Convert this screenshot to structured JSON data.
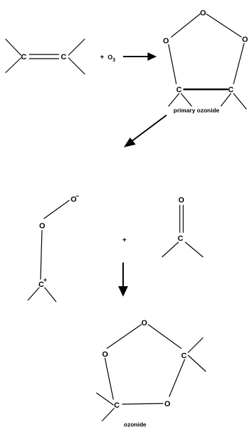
{
  "reactants": {
    "carbon_left": "C",
    "carbon_right": "C",
    "plus": "+",
    "ozone": "O",
    "ozone_subscript": "3"
  },
  "primary_ozonide": {
    "oxygen_top": "O",
    "oxygen_left": "O",
    "oxygen_right": "O",
    "carbon_left": "C",
    "carbon_right": "C",
    "label": "primary ozonide"
  },
  "intermediates": {
    "oxide_anion": "O",
    "oxide_charge": "−",
    "peroxy_oxygen": "O",
    "carbocation": "C",
    "cation_charge": "+",
    "plus": "+",
    "carbonyl_oxygen": "O",
    "carbonyl_carbon": "C"
  },
  "ozonide": {
    "oxygen_top": "O",
    "oxygen_left": "O",
    "oxygen_bottom_right": "O",
    "carbon_right": "C",
    "carbon_bottom_left": "C",
    "label": "ozonide"
  }
}
